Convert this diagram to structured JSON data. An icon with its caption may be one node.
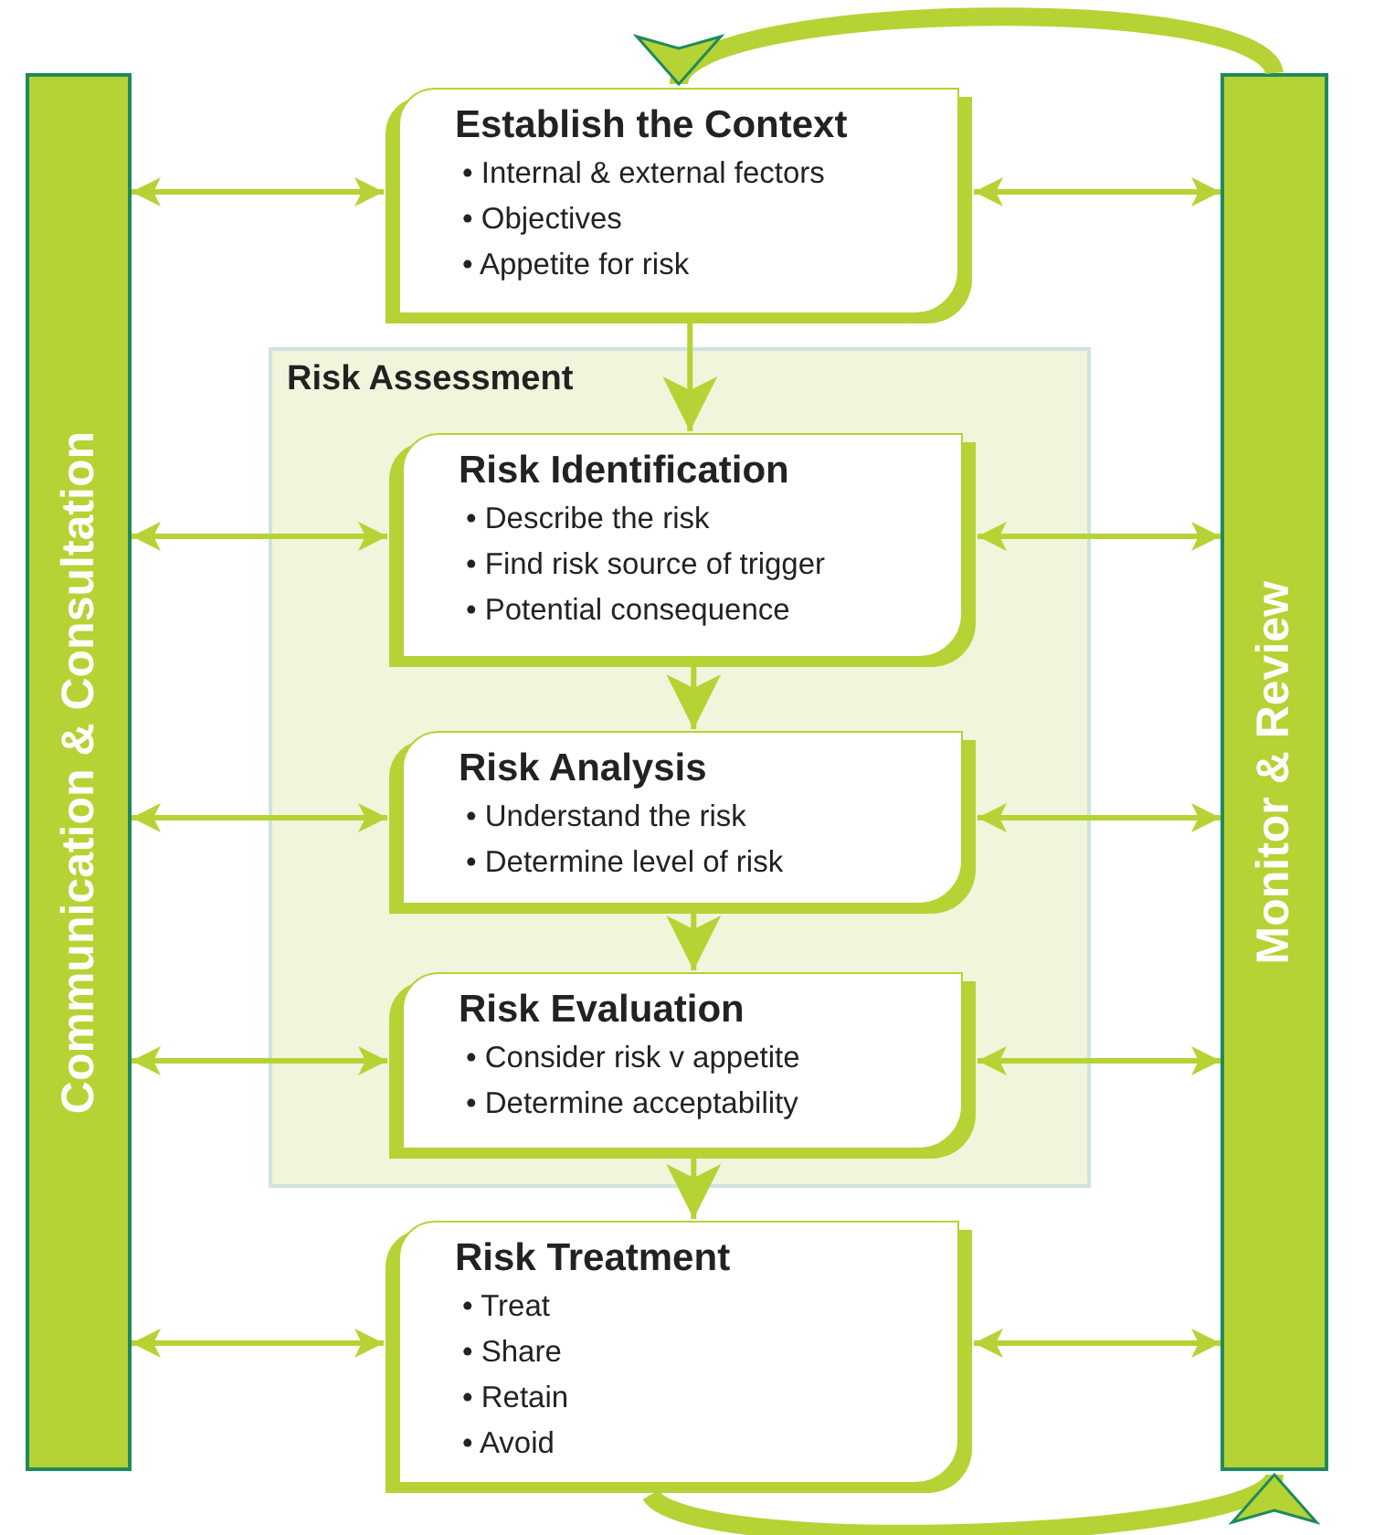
{
  "diagram": {
    "nodes": [
      {
        "text": [
          "Communication & Consultation"
        ]
      },
      {
        "text": [
          "Monitor & Review"
        ]
      },
      {
        "text": [
          "Establish the Context",
          "• Internal & external fectors",
          "• Objectives",
          "• Appetite for risk"
        ]
      },
      {
        "text": [
          "Risk Assessment"
        ]
      },
      {
        "text": [
          "Risk Identification",
          "• Describe the risk",
          "• Find risk source of trigger",
          "• Potential consequence"
        ],
        "in": 3
      },
      {
        "text": [
          "Risk Analysis",
          "• Understand the risk",
          "• Determine level of risk"
        ],
        "in": 3
      },
      {
        "text": [
          "Risk Evaluation",
          "• Consider risk v appetite",
          "• Determine acceptability"
        ],
        "in": 3
      },
      {
        "text": [
          "Risk Treatment",
          "• Treat",
          "• Share",
          "• Retain",
          "• Avoid"
        ]
      }
    ],
    "edges": [
      {
        "from": 2,
        "to": 4,
        "arrow": "to"
      },
      {
        "from": 4,
        "to": 5,
        "arrow": "to"
      },
      {
        "from": 5,
        "to": 6,
        "arrow": "to"
      },
      {
        "from": 6,
        "to": 7,
        "arrow": "to"
      },
      {
        "from": 0,
        "to": 2,
        "arrow": "both"
      },
      {
        "from": 0,
        "to": 4,
        "arrow": "both"
      },
      {
        "from": 0,
        "to": 5,
        "arrow": "both"
      },
      {
        "from": 0,
        "to": 6,
        "arrow": "both"
      },
      {
        "from": 0,
        "to": 7,
        "arrow": "both"
      },
      {
        "from": 2,
        "to": 1,
        "arrow": "both"
      },
      {
        "from": 4,
        "to": 1,
        "arrow": "both"
      },
      {
        "from": 5,
        "to": 1,
        "arrow": "both"
      },
      {
        "from": 6,
        "to": 1,
        "arrow": "both"
      },
      {
        "from": 7,
        "to": 1,
        "arrow": "both"
      },
      {
        "from": 1,
        "to": 2,
        "arrow": "to",
        "style": "thick"
      },
      {
        "from": 7,
        "to": 1,
        "arrow": "to",
        "style": "thick"
      }
    ]
  }
}
